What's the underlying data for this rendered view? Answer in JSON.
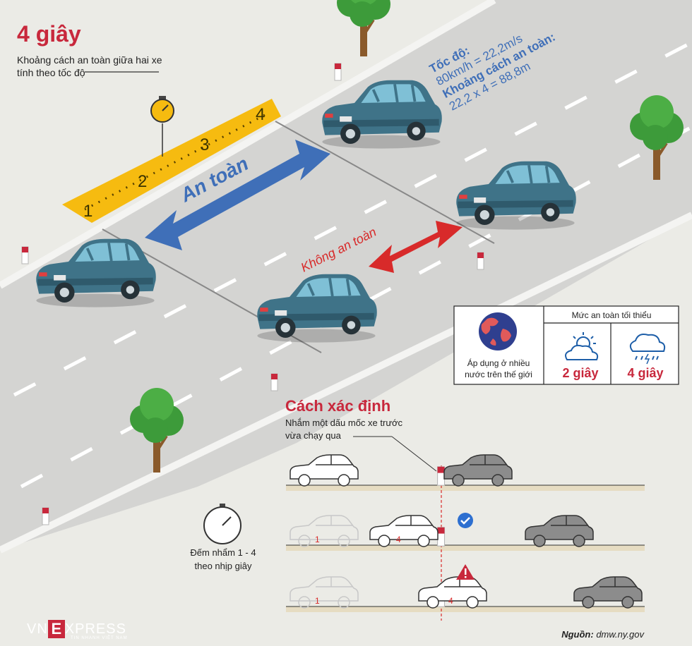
{
  "header": {
    "title": "4 giây",
    "subtitle_line1": "Khoảng cách an toàn giữa hai xe",
    "subtitle_line2": "tính theo tốc độ"
  },
  "ruler": {
    "labels": [
      "1",
      "2",
      "3",
      "4"
    ]
  },
  "formula": {
    "speed_label": "Tốc độ:",
    "speed_value": "80km/h = 22,2m/s",
    "distance_label": "Khoảng cách an toàn:",
    "distance_value": "22,2 x 4 = 88,8m"
  },
  "labels": {
    "safe": "An toàn",
    "unsafe": "Không an toàn"
  },
  "info_box": {
    "globe_caption_line1": "Áp dụng ở nhiều",
    "globe_caption_line2": "nước trên thế giới",
    "header": "Mức an toàn tối thiểu",
    "dry": "2 giây",
    "rain": "4 giây"
  },
  "method": {
    "title": "Cách xác định",
    "desc_line1": "Nhắm một dấu mốc xe trước",
    "desc_line2": "vừa chạy qua",
    "count_line1": "Đếm nhẩm 1 - 4",
    "count_line2": "theo nhịp giây",
    "car_label_1": "1",
    "car_label_4": "4"
  },
  "footer": {
    "logo_vn": "VN",
    "logo_express": "XPRESS",
    "logo_tagline": "TIN NHANH VIỆT NAM",
    "source_label": "Nguồn:",
    "source_value": "dmw.ny.gov"
  },
  "colors": {
    "accent_red": "#c8283c",
    "safe_blue": "#3f6fb8",
    "unsafe_red": "#d82a2a",
    "ruler_yellow": "#f6bb10",
    "car_teal": "#3f7388",
    "road_gray": "#d4d4d2"
  },
  "icons": [
    "stopwatch-icon",
    "globe-icon",
    "partly-cloudy-icon",
    "rain-cloud-icon",
    "check-icon",
    "warning-icon"
  ]
}
